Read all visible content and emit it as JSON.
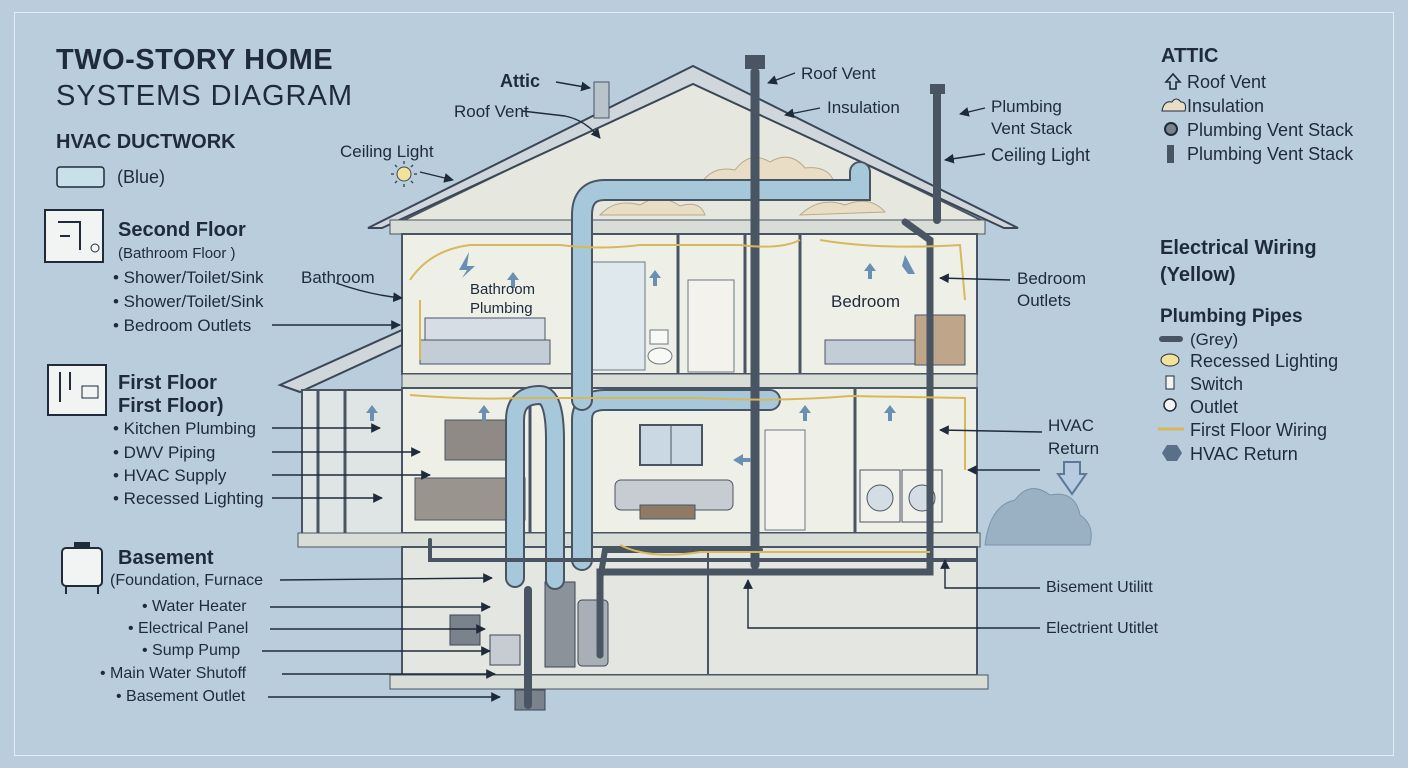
{
  "title": {
    "line1": "TWO-STORY HOME",
    "line2": "SYSTEMS DIAGRAM"
  },
  "left": {
    "hvac_heading": "HVAC DUCTWORK",
    "hvac_color": "(Blue)",
    "second_floor": {
      "heading": "Second Floor",
      "sub": "(Bathroom Floor )",
      "items": [
        "• Shower/Toilet/Sink",
        "• Shower/Toilet/Sink",
        "• Bedroom Outlets"
      ],
      "bathroom_label": "Bathroom"
    },
    "first_floor": {
      "heading1": "First Floor",
      "heading2": "First Floor)",
      "items": [
        "• Kitchen Plumbing",
        "• DWV Piping",
        "• HVAC Supply",
        "• Recessed Lighting"
      ]
    },
    "basement": {
      "heading": "Basement",
      "items": [
        "(Foundation, Furnace",
        "• Water Heater",
        "• Electrical Panel",
        "• Sump Pump",
        "• Main Water Shutoff",
        "• Basement Outlet"
      ]
    }
  },
  "callouts": {
    "attic": "Attic",
    "roof_vent_left": "Roof Vent",
    "ceiling_light_left": "Ceiling Light",
    "roof_vent_top": "Roof Vent",
    "insulation": "Insulation",
    "plumbing_vent_stack": [
      "Plumbing",
      "Vent Stack"
    ],
    "ceiling_light_right": "Ceiling Light",
    "bedroom_outlets": [
      "Bedroom",
      "Outlets"
    ],
    "hvac_return": [
      "HVAC",
      "Return"
    ],
    "basement_utility": "Bisement Utilitt",
    "electrient_utility": "Electrient Utitlet"
  },
  "rooms": {
    "bathroom_plumbing": [
      "Bathroom",
      "Plumbing"
    ],
    "bedroom": "Bedroom"
  },
  "legend_attic": {
    "heading": "ATTIC",
    "items": [
      {
        "icon": "roof-vent-icon",
        "label": "Roof Vent"
      },
      {
        "icon": "insulation-icon",
        "label": "Insulation"
      },
      {
        "icon": "vent-stack-circle-icon",
        "label": "Plumbing Vent Stack"
      },
      {
        "icon": "vent-stack-pipe-icon",
        "label": "Plumbing Vent Stack"
      }
    ]
  },
  "legend_systems": {
    "electrical_heading": [
      "Electrical Wiring",
      "(Yellow)"
    ],
    "plumbing_heading": "Plumbing Pipes",
    "items": [
      {
        "icon": "grey-pipe-icon",
        "label": "(Grey)"
      },
      {
        "icon": "recessed-light-icon",
        "label": "Recessed Lighting"
      },
      {
        "icon": "switch-icon",
        "label": "Switch"
      },
      {
        "icon": "outlet-icon",
        "label": "Outlet"
      },
      {
        "icon": "wire-icon",
        "label": "First Floor Wiring"
      },
      {
        "icon": "hvac-return-icon",
        "label": "HVAC Return"
      }
    ]
  },
  "colors": {
    "background": "#b9cddd",
    "duct": "#a7c8da",
    "pipe": "#4a5564",
    "wire": "#d8b85a",
    "interior": "#eef0e8",
    "arrow": "#6b8fb3"
  }
}
